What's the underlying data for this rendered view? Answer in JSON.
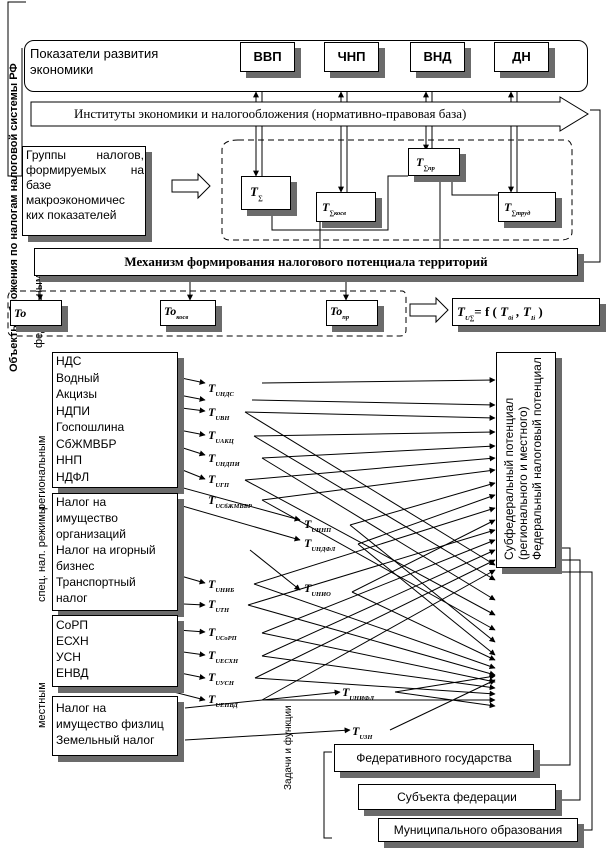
{
  "vertical_titles": {
    "main": "Объекты обложения по налогам налоговой системы РФ",
    "federal": "федеральным",
    "regional": "региональным",
    "special": "спец. нал. режимы",
    "local": "местным",
    "tasks": "Задачи и функции"
  },
  "top": {
    "indicators_title": "Показатели развития экономики",
    "macro": [
      "ВВП",
      "ЧНП",
      "ВНД",
      "ДН"
    ],
    "institutions": "Институты экономики и налогообложения (нормативно-правовая база)",
    "tax_groups": "Группы налогов, формируемых на базе макроэкономичес ких показателей",
    "mechanism": "Механизм формирования налогового потенциала территорий"
  },
  "potentials": {
    "t_sum": {
      "main": "T",
      "sub": "∑"
    },
    "t_kosv": {
      "main": "T",
      "sub": "∑косв"
    },
    "t_pr": {
      "main": "T",
      "sub": "∑пр"
    },
    "t_trud": {
      "main": "T",
      "sub": "∑труд"
    },
    "to": {
      "main": "To",
      "sub": ""
    },
    "to_kosv": {
      "main": "To",
      "sub": "косв"
    },
    "to_pr": {
      "main": "To",
      "sub": "пр"
    }
  },
  "formula": {
    "lhs_main": "T",
    "lhs_sub": "U∑",
    "eq": "= f (",
    "a_main": "T",
    "a_sub": "0i",
    "comma": ",",
    "b_main": "T",
    "b_sub": "Ii",
    "close": ")"
  },
  "tax_lists": {
    "federal": [
      "НДС",
      "Водный",
      "Акцизы",
      "НДПИ",
      "Госпошлина",
      "СбЖМВБР",
      "ННП",
      "НДФЛ"
    ],
    "regional": [
      "Налог на",
      "имущество",
      "организаций",
      "Налог на игорный",
      "бизнес",
      "Транспортный",
      "налог"
    ],
    "special": [
      "СоРП",
      "ЕСХН",
      "УСН",
      "ЕНВД"
    ],
    "local": [
      "Налог на",
      "имущество физлиц",
      "Земельный налог"
    ]
  },
  "t_labels": [
    {
      "id": "t_ndc",
      "main": "T",
      "sub": "UНДС"
    },
    {
      "id": "t_vn",
      "main": "T",
      "sub": "UВН"
    },
    {
      "id": "t_akc",
      "main": "T",
      "sub": "UАКЦ"
    },
    {
      "id": "t_ndpi",
      "main": "T",
      "sub": "UНДПИ"
    },
    {
      "id": "t_gp",
      "main": "T",
      "sub": "UГП"
    },
    {
      "id": "t_sbzh",
      "main": "T",
      "sub": "UСбЖМВБР"
    },
    {
      "id": "t_nnp",
      "main": "T",
      "sub": "UННП"
    },
    {
      "id": "t_ndfl",
      "main": "T",
      "sub": "UНДФЛ"
    },
    {
      "id": "t_nib",
      "main": "T",
      "sub": "UНИБ"
    },
    {
      "id": "t_nio",
      "main": "T",
      "sub": "UНИО"
    },
    {
      "id": "t_tn",
      "main": "T",
      "sub": "UТН"
    },
    {
      "id": "t_sorp",
      "main": "T",
      "sub": "UСоРП"
    },
    {
      "id": "t_eskhn",
      "main": "T",
      "sub": "UЕСХН"
    },
    {
      "id": "t_usn",
      "main": "T",
      "sub": "UУСН"
    },
    {
      "id": "t_envd",
      "main": "T",
      "sub": "UЕНВД"
    },
    {
      "id": "t_nifl",
      "main": "T",
      "sub": "UНИФЛ"
    },
    {
      "id": "t_zn",
      "main": "T",
      "sub": "UЗН"
    }
  ],
  "potential_box": "Федеральный налоговый потенциал",
  "potential_box_extra": "Субфедеральный потенциал (регионального и местного)",
  "tasks": [
    "Федеративного государства",
    "Субъекта федерации",
    "Муниципального образования"
  ]
}
